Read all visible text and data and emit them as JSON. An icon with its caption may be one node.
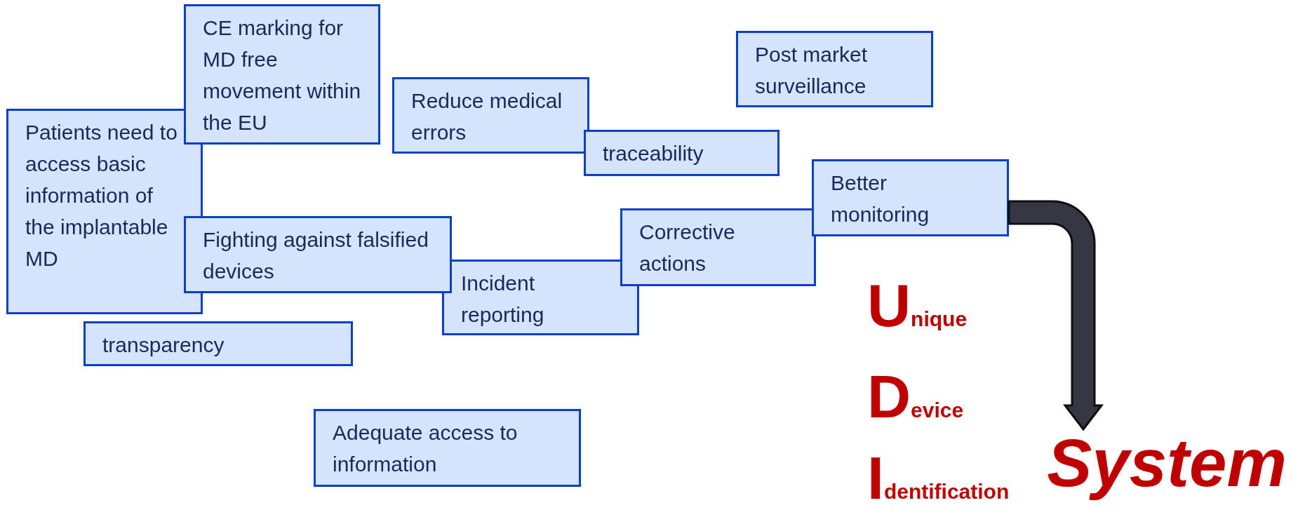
{
  "diagram": {
    "nodes": [
      {
        "text": [
          "CE marking for MD free movement within the EU"
        ]
      },
      {
        "text": [
          "Patients need to access basic information of the implantable MD"
        ]
      },
      {
        "text": [
          "Reduce medical errors"
        ]
      },
      {
        "text": [
          "traceability"
        ]
      },
      {
        "text": [
          "Post market surveillance"
        ]
      },
      {
        "text": [
          "Better monitoring"
        ]
      },
      {
        "text": [
          "Fighting against falsified devices"
        ]
      },
      {
        "text": [
          "Corrective actions"
        ]
      },
      {
        "text": [
          "Incident reporting"
        ]
      },
      {
        "text": [
          "transparency"
        ]
      },
      {
        "text": [
          "Adequate access to information"
        ]
      },
      {
        "text": [
          "System"
        ]
      }
    ],
    "edges": [
      {
        "from": 5,
        "to": 11,
        "arrow": "to",
        "style": "thick",
        "color": "#353842"
      }
    ],
    "labels": [
      "Unique",
      "Device",
      "Identification"
    ]
  }
}
